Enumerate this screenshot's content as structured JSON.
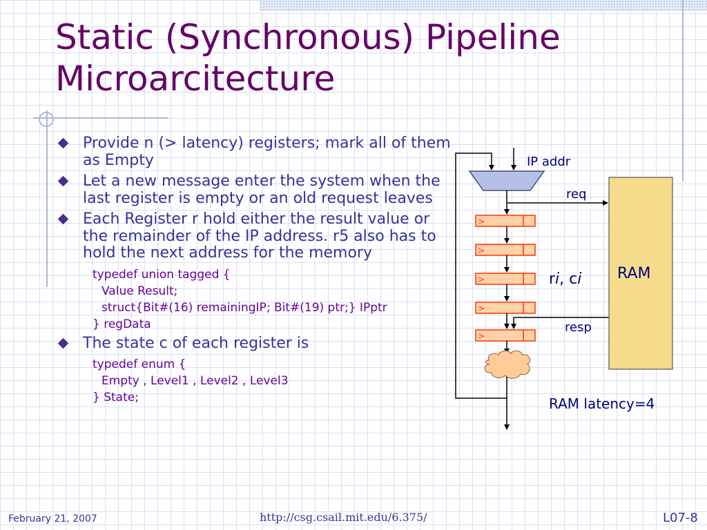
{
  "title": "Static (Synchronous) Pipeline Microarcitecture",
  "bullets": [
    "Provide n (> latency)  registers; mark all of them as Empty",
    "Let a new message enter the system when the last register is empty or an old request leaves",
    "Each Register r hold either the result value or the remainder of the IP address. r5 also has to hold the next address for the memory"
  ],
  "code1": [
    "typedef union tagged {",
    "Value Result;",
    "struct{Bit#(16) remainingIP; Bit#(19) ptr;} IPptr",
    "} regData"
  ],
  "bullet4": "The state c of each register is",
  "code2": [
    "typedef enum {",
    "Empty , Level1 , Level2 , Level3",
    "} State;"
  ],
  "diagram": {
    "ip_addr_label": "IP addr",
    "req_label": "req",
    "resp_label": "resp",
    "ram_label": "RAM",
    "reg_label_r": "r",
    "reg_label_i1": "i",
    "reg_label_sep": ", c",
    "reg_label_i2": "i",
    "register_glyph": ">",
    "latency_label": "RAM latency=4",
    "colors": {
      "mux": "#b4c0e8",
      "register": "#ffd2a8",
      "register_border": "#ff3300",
      "ram": "#f5dc8c",
      "cloud": "#ffcc99"
    }
  },
  "footer": {
    "date": "February 21, 2007",
    "url": "http://csg.csail.mit.edu/6.375/",
    "page": "L07-8"
  }
}
